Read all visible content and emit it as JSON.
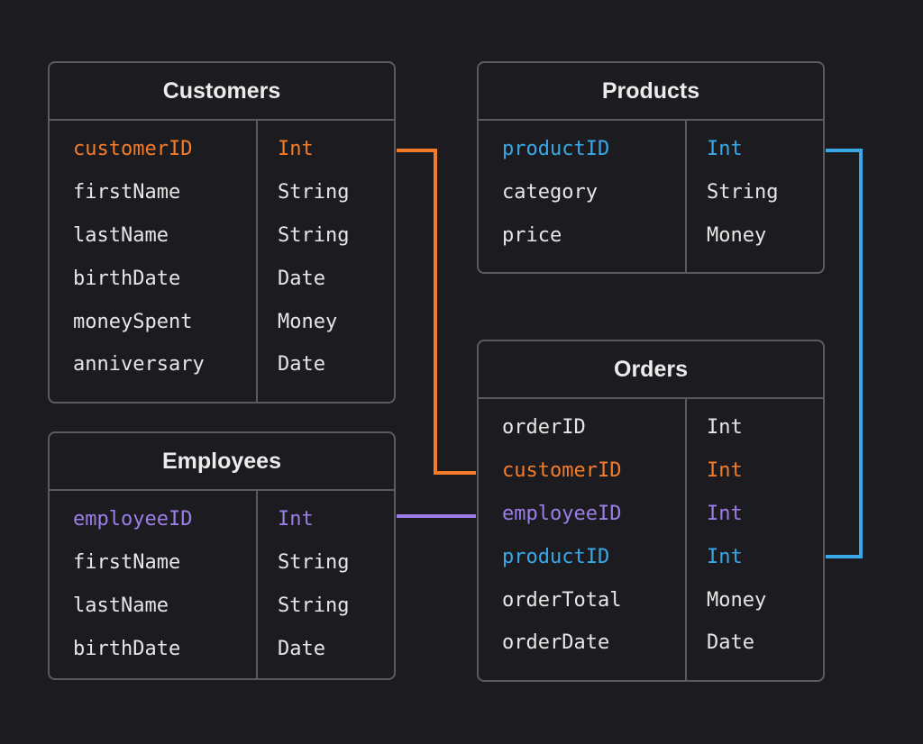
{
  "colors": {
    "background": "#1c1c20",
    "border": "#5a5a60",
    "text": "#e6e6e6",
    "orange": "#f47b2a",
    "blue": "#3aa8e6",
    "purple": "#9b7ee8"
  },
  "tables": {
    "customers": {
      "title": "Customers",
      "rows": [
        {
          "name": "customerID",
          "type": "Int",
          "color": "#f47b2a"
        },
        {
          "name": "firstName",
          "type": "String",
          "color": ""
        },
        {
          "name": "lastName",
          "type": "String",
          "color": ""
        },
        {
          "name": "birthDate",
          "type": "Date",
          "color": ""
        },
        {
          "name": "moneySpent",
          "type": "Money",
          "color": ""
        },
        {
          "name": "anniversary",
          "type": "Date",
          "color": ""
        }
      ]
    },
    "products": {
      "title": "Products",
      "rows": [
        {
          "name": "productID",
          "type": "Int",
          "color": "#3aa8e6"
        },
        {
          "name": "category",
          "type": "String",
          "color": ""
        },
        {
          "name": "price",
          "type": "Money",
          "color": ""
        }
      ]
    },
    "employees": {
      "title": "Employees",
      "rows": [
        {
          "name": "employeeID",
          "type": "Int",
          "color": "#9b7ee8"
        },
        {
          "name": "firstName",
          "type": "String",
          "color": ""
        },
        {
          "name": "lastName",
          "type": "String",
          "color": ""
        },
        {
          "name": "birthDate",
          "type": "Date",
          "color": ""
        }
      ]
    },
    "orders": {
      "title": "Orders",
      "rows": [
        {
          "name": "orderID",
          "type": "Int",
          "color": ""
        },
        {
          "name": "customerID",
          "type": "Int",
          "color": "#f47b2a"
        },
        {
          "name": "employeeID",
          "type": "Int",
          "color": "#9b7ee8"
        },
        {
          "name": "productID",
          "type": "Int",
          "color": "#3aa8e6"
        },
        {
          "name": "orderTotal",
          "type": "Money",
          "color": ""
        },
        {
          "name": "orderDate",
          "type": "Date",
          "color": ""
        }
      ]
    }
  },
  "relationships": [
    {
      "from": "customers.customerID",
      "to": "orders.customerID",
      "color": "#f47b2a"
    },
    {
      "from": "products.productID",
      "to": "orders.productID",
      "color": "#3aa8e6"
    },
    {
      "from": "employees.employeeID",
      "to": "orders.employeeID",
      "color": "#9b7ee8"
    }
  ]
}
